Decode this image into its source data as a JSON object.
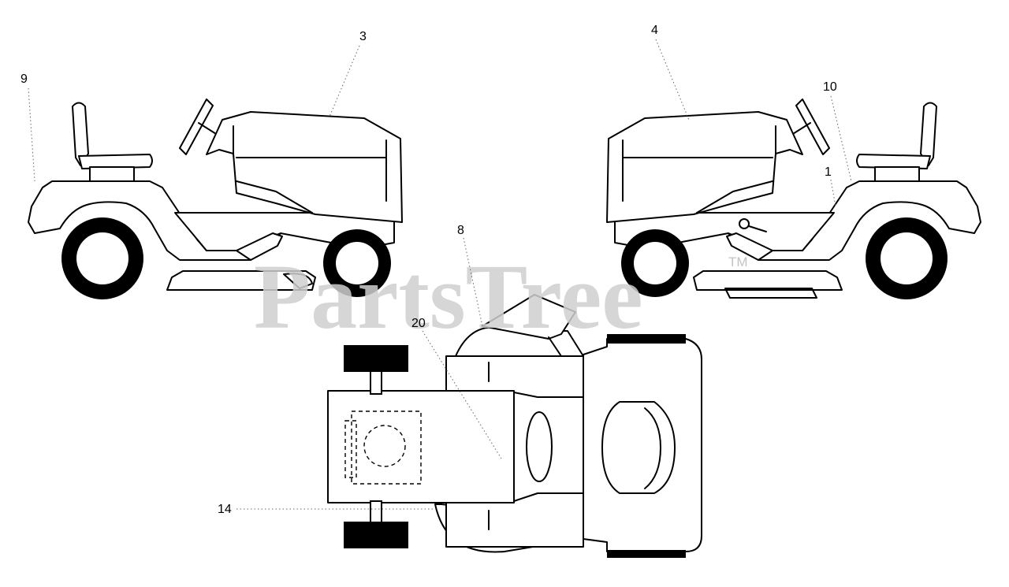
{
  "diagram": {
    "callouts": {
      "c1": "1",
      "c3": "3",
      "c4": "4",
      "c8": "8",
      "c9": "9",
      "c10": "10",
      "c14": "14",
      "c20": "20"
    },
    "watermark": {
      "text": "PartsTree",
      "trademark": "TM"
    },
    "colors": {
      "line": "#000000",
      "watermark": "#cfcfcf",
      "background": "#ffffff"
    }
  }
}
